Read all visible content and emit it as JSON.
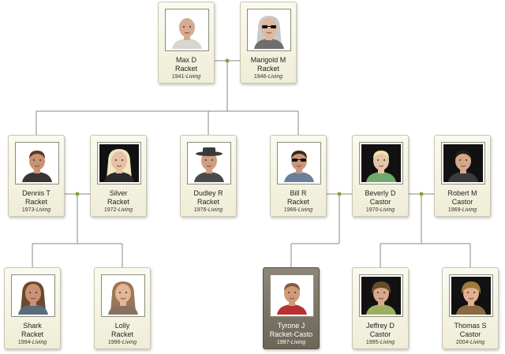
{
  "colors": {
    "line": "#888878",
    "dot": "#7aa63c",
    "card": "#f3f1de",
    "selected_card": "#6f6a5b"
  },
  "people": [
    {
      "id": "max",
      "first": "Max D",
      "last": "Racket",
      "year": "1941",
      "status": "Living",
      "icon": "elderly-bald-man-portrait"
    },
    {
      "id": "marigold",
      "first": "Marigold M",
      "last": "Racket",
      "year": "1946",
      "status": "Living",
      "icon": "elderly-woman-sunglasses-portrait"
    },
    {
      "id": "dennis",
      "first": "Dennis T",
      "last": "Racket",
      "year": "1973",
      "status": "Living",
      "icon": "man-portrait"
    },
    {
      "id": "silver",
      "first": "Silver",
      "last": "Racket",
      "year": "1972",
      "status": "Living",
      "icon": "blonde-woman-portrait"
    },
    {
      "id": "dudley",
      "first": "Dudley R",
      "last": "Racket",
      "year": "1976",
      "status": "Living",
      "icon": "man-cowboy-hat-portrait"
    },
    {
      "id": "bill",
      "first": "Bill R",
      "last": "Racket",
      "year": "1966",
      "status": "Living",
      "icon": "man-sunglasses-portrait"
    },
    {
      "id": "beverly",
      "first": "Beverly D",
      "last": "Castor",
      "year": "1970",
      "status": "Living",
      "icon": "blonde-woman-short-hair-portrait"
    },
    {
      "id": "robert",
      "first": "Robert M",
      "last": "Castor",
      "year": "1969",
      "status": "Living",
      "icon": "man-portrait"
    },
    {
      "id": "shark",
      "first": "Shark",
      "last": "Racket",
      "year": "1994",
      "status": "Living",
      "icon": "long-hair-boy-portrait"
    },
    {
      "id": "lolly",
      "first": "Lolly",
      "last": "Racket",
      "year": "1996",
      "status": "Living",
      "icon": "girl-portrait"
    },
    {
      "id": "tyrone",
      "first": "Tyrone J",
      "last": "Racket-Casto",
      "year": "1997",
      "status": "Living",
      "icon": "boy-portrait",
      "selected": true
    },
    {
      "id": "jeffrey",
      "first": "Jeffrey D",
      "last": "Castor",
      "year": "1995",
      "status": "Living",
      "icon": "boy-bowl-cut-portrait"
    },
    {
      "id": "thomas",
      "first": "Thomas S",
      "last": "Castor",
      "year": "2004",
      "status": "Living",
      "icon": "young-boy-portrait"
    }
  ],
  "couples": [
    {
      "a": "max",
      "b": "marigold",
      "children": [
        "dennis",
        "dudley",
        "bill"
      ]
    },
    {
      "a": "dennis",
      "b": "silver",
      "children": [
        "shark",
        "lolly"
      ]
    },
    {
      "a": "bill",
      "b": "beverly",
      "children": [
        "tyrone"
      ]
    },
    {
      "a": "beverly",
      "b": "robert",
      "children": [
        "jeffrey",
        "thomas"
      ]
    }
  ]
}
